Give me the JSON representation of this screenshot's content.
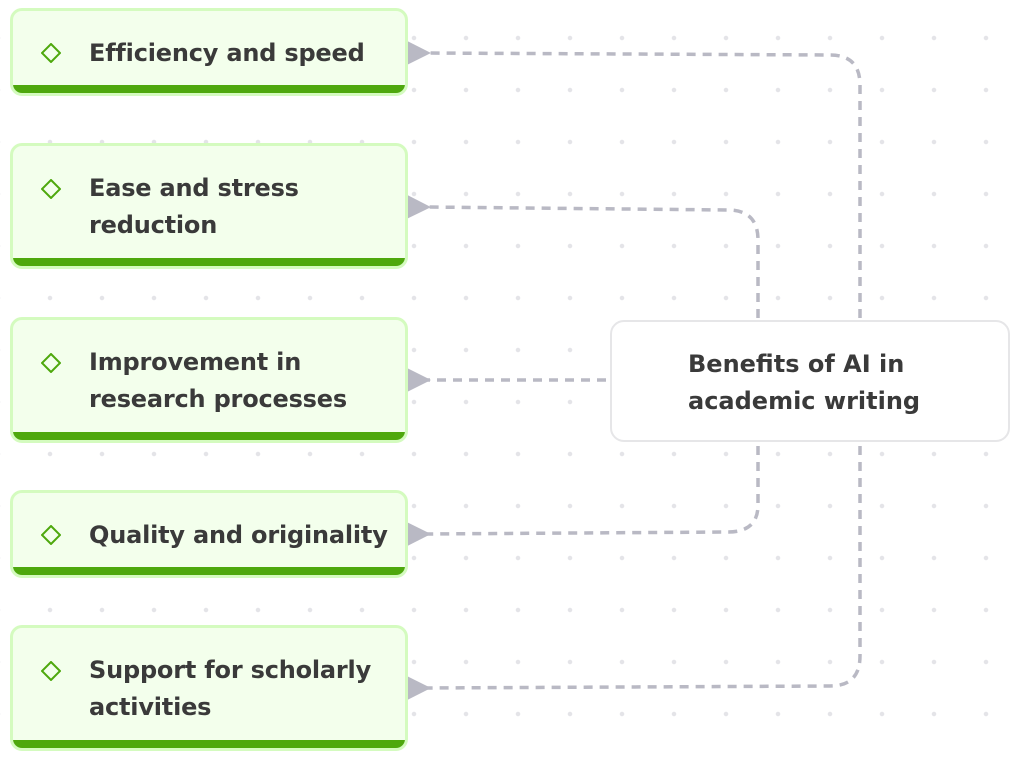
{
  "diagram": {
    "type": "mind-map",
    "central_topic": "Benefits of AI in academic writing",
    "colors": {
      "node_fill": "#f3ffec",
      "node_border": "#d4fbbf",
      "node_accent": "#4ea80d",
      "text": "#3a3a3a",
      "connector": "#b9b9c4"
    },
    "branches": [
      {
        "label": "Efficiency and speed",
        "icon": "diamond-icon"
      },
      {
        "label": "Ease and stress reduction",
        "icon": "diamond-icon"
      },
      {
        "label": "Improvement in research processes",
        "icon": "diamond-icon"
      },
      {
        "label": "Quality and originality",
        "icon": "diamond-icon"
      },
      {
        "label": "Support for scholarly activities",
        "icon": "diamond-icon"
      }
    ]
  }
}
